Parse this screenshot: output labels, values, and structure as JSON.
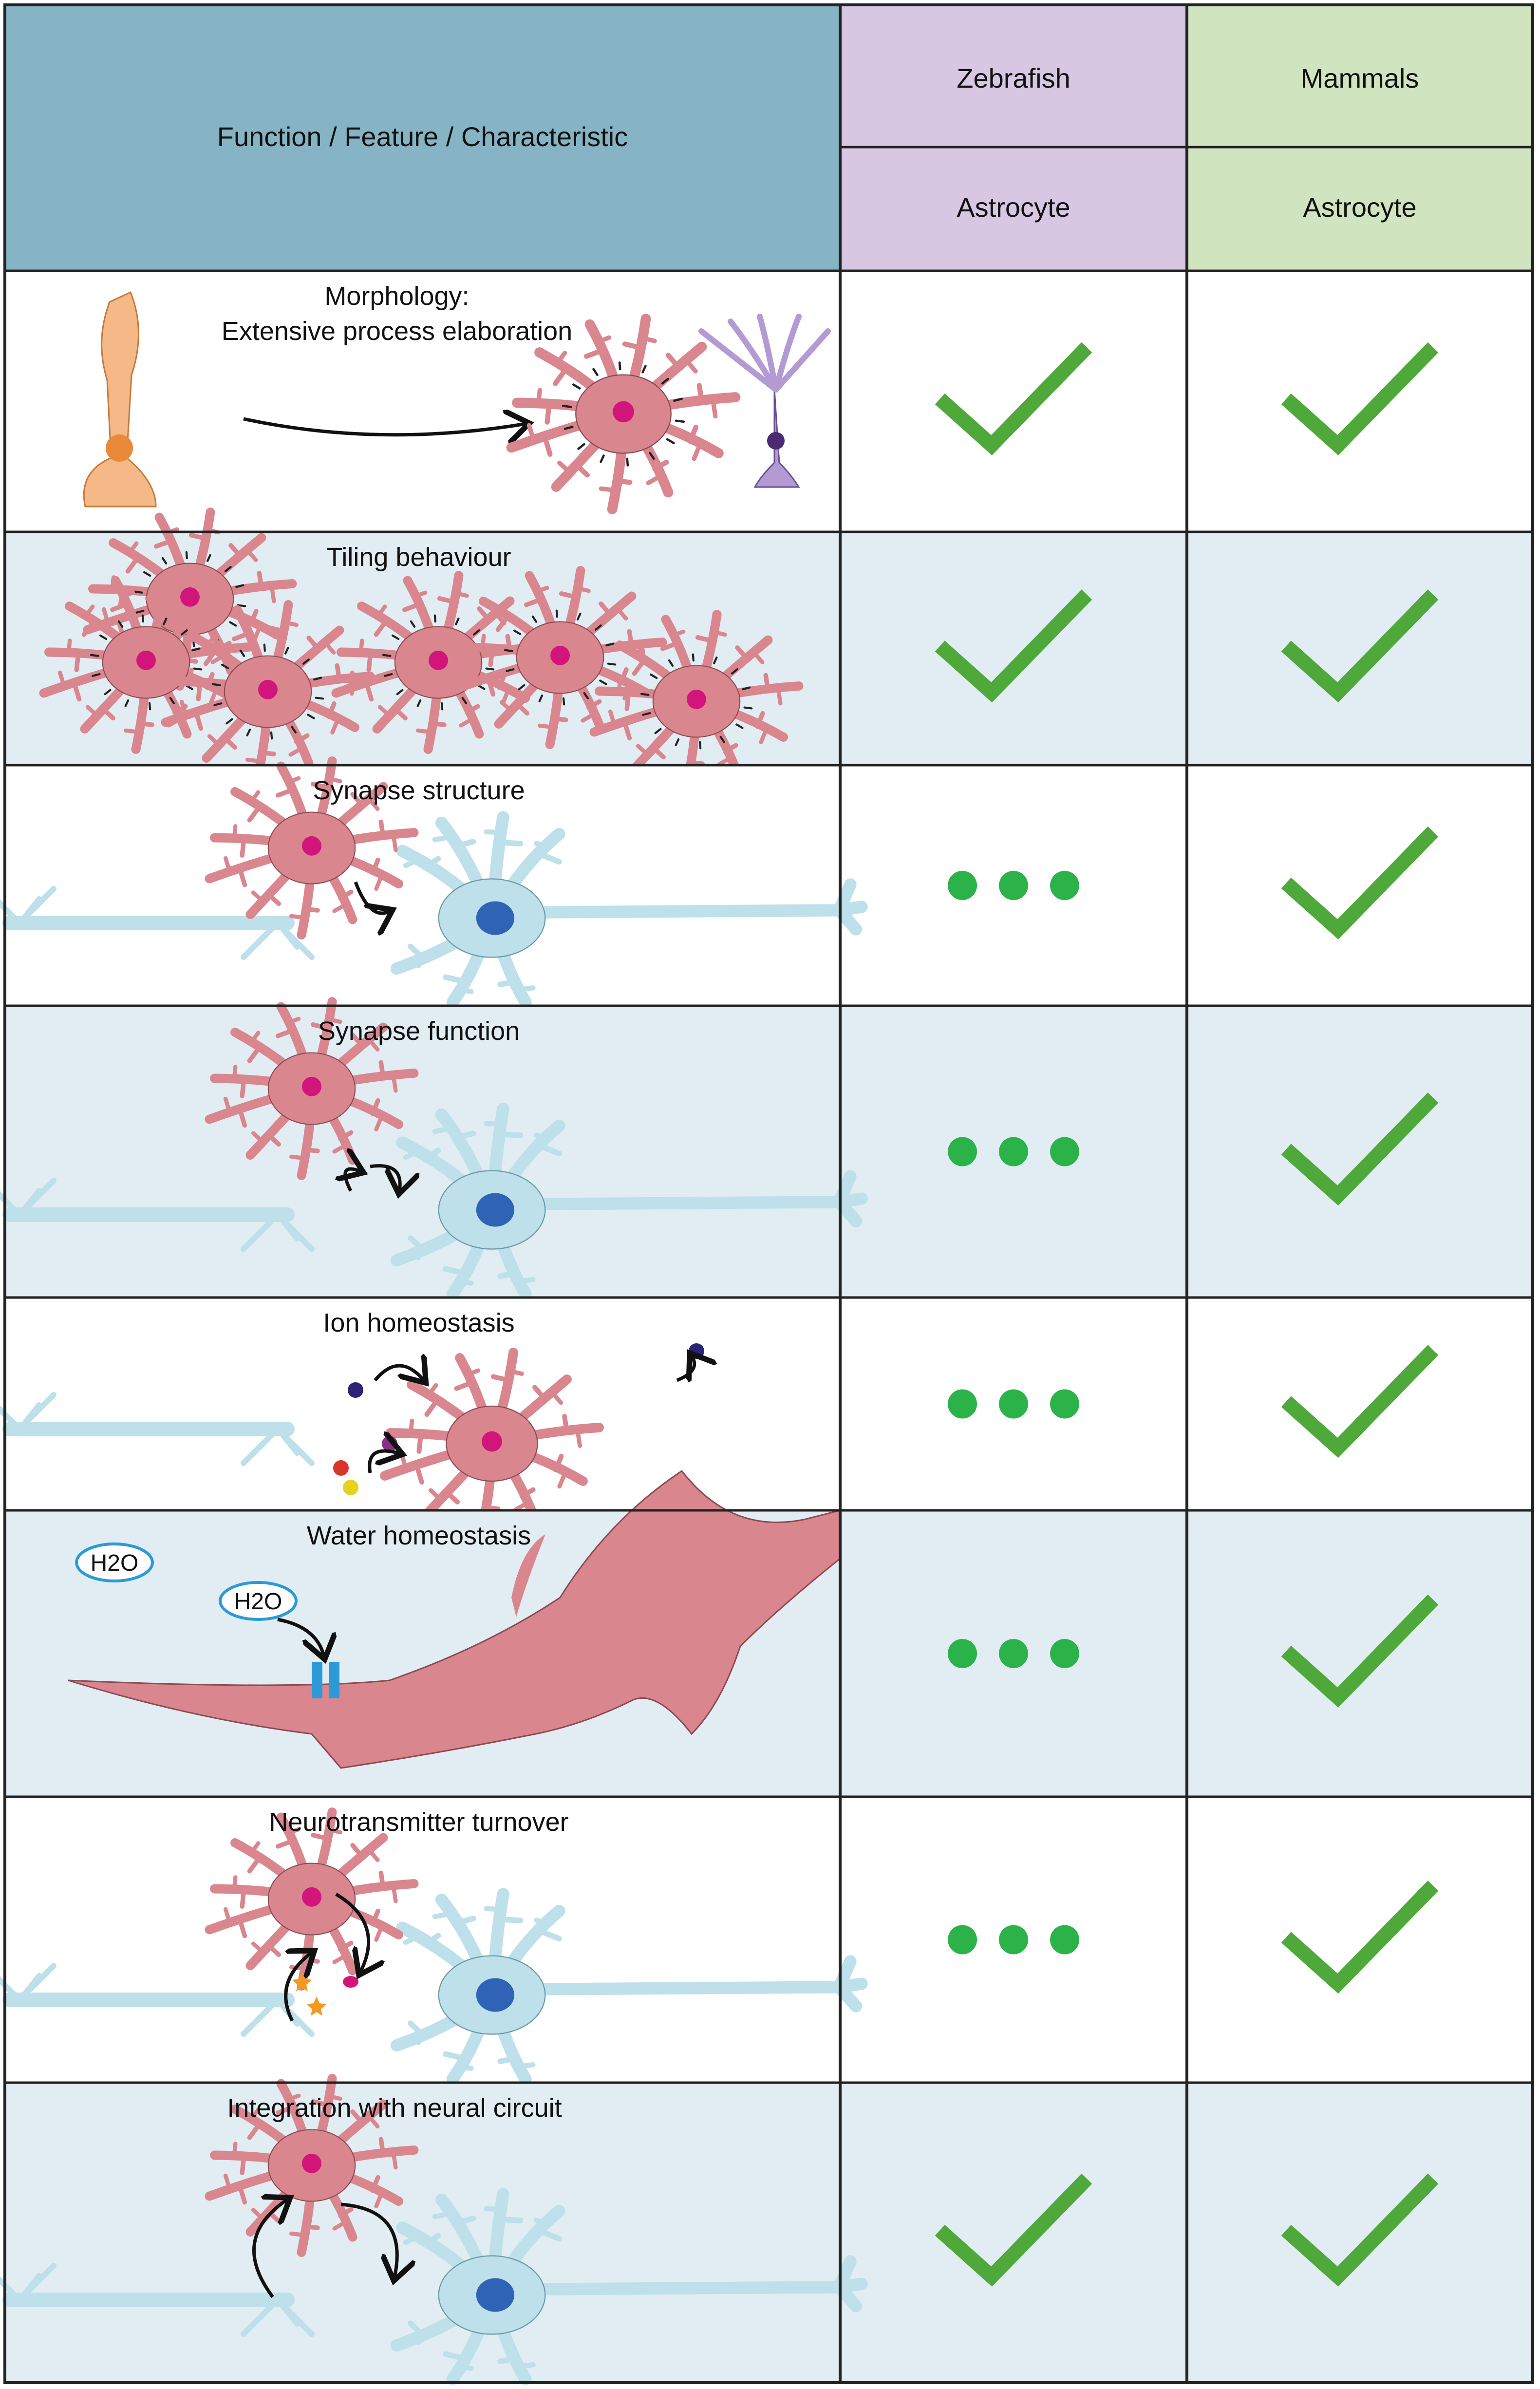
{
  "header": {
    "feature_column": "Function / Feature / Characteristic",
    "species": [
      {
        "name": "Zebrafish",
        "cell_type": "Astrocyte",
        "color": "#d8c7e3"
      },
      {
        "name": "Mammals",
        "cell_type": "Astrocyte",
        "color": "#cfe4bf"
      }
    ],
    "feature_header_color": "#86b4c5"
  },
  "legend_colors": {
    "check": "#4ea83a",
    "dots": "#2bb34a",
    "astrocyte": "#d9868f",
    "neuron": "#bde0ea",
    "neuron_nucleus": "#2f63b5",
    "astro_nucleus": "#d2157a",
    "row_alt": "#e1edf2"
  },
  "rows": [
    {
      "title_lines": [
        "Morphology:",
        "Extensive process elaboration"
      ],
      "zebrafish": "check",
      "mammals": "check",
      "illustration": "radial-glia-to-astrocyte"
    },
    {
      "title_lines": [
        "Tiling behaviour"
      ],
      "zebrafish": "check",
      "mammals": "check",
      "illustration": "tiling-astrocytes"
    },
    {
      "title_lines": [
        "Synapse structure"
      ],
      "zebrafish": "unknown",
      "mammals": "check",
      "illustration": "synapse"
    },
    {
      "title_lines": [
        "Synapse function"
      ],
      "zebrafish": "unknown",
      "mammals": "check",
      "illustration": "synapse"
    },
    {
      "title_lines": [
        "Ion homeostasis"
      ],
      "zebrafish": "unknown",
      "mammals": "check",
      "illustration": "ions"
    },
    {
      "title_lines": [
        "Water homeostasis"
      ],
      "zebrafish": "unknown",
      "mammals": "check",
      "illustration": "water",
      "labels": [
        "H2O",
        "H2O"
      ]
    },
    {
      "title_lines": [
        "Neurotransmitter turnover"
      ],
      "zebrafish": "unknown",
      "mammals": "check",
      "illustration": "neurotransmitter"
    },
    {
      "title_lines": [
        "Integration with neural circuit"
      ],
      "zebrafish": "check",
      "mammals": "check",
      "illustration": "circuit"
    }
  ]
}
